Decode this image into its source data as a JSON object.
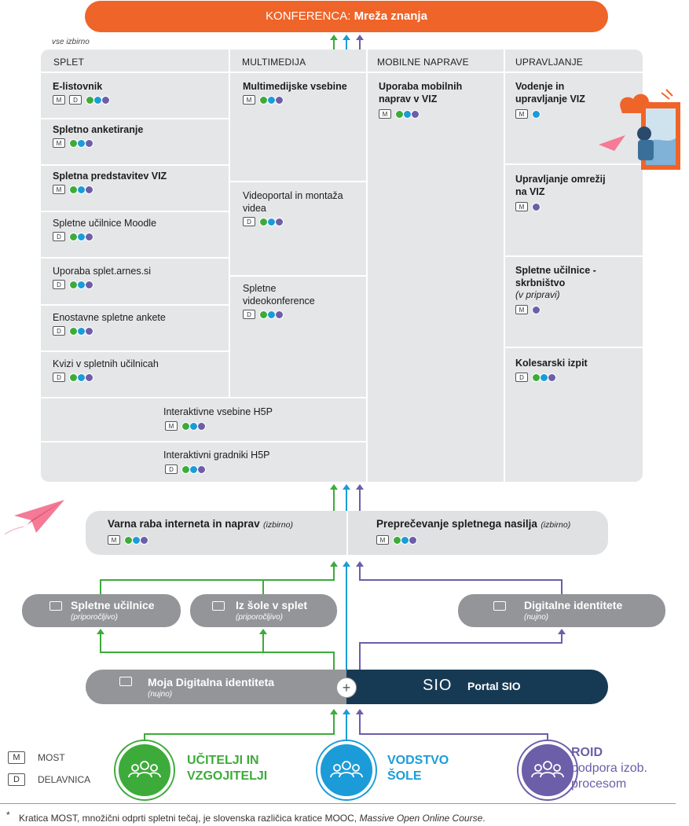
{
  "header": {
    "prefix": "KONFERENCA:",
    "title": "Mreža znanja"
  },
  "note": "vse izbirno",
  "columns": [
    "SPLET",
    "MULTIMEDIJA",
    "MOBILNE NAPRAVE",
    "UPRAVLJANJE"
  ],
  "splet": [
    {
      "title": "E-listovnik",
      "bold": true
    },
    {
      "title": "Spletno anketiranje",
      "bold": true
    },
    {
      "title": "Spletna predstavitev VIZ",
      "bold": true
    },
    {
      "title": "Spletne učilnice Moodle",
      "bold": false
    },
    {
      "title": "Uporaba splet.arnes.si",
      "bold": false
    },
    {
      "title": "Enostavne spletne ankete",
      "bold": false
    },
    {
      "title": "Kvizi v spletnih učilnicah",
      "bold": false
    }
  ],
  "multimedija": [
    {
      "title": "Multimedijske vsebine",
      "bold": true
    },
    {
      "title": "Videoportal in montaža videa",
      "bold": false
    },
    {
      "title": "Spletne videokonference",
      "bold": false
    }
  ],
  "mobilne": [
    {
      "title": "Uporaba mobilnih naprav v VIZ",
      "bold": true
    }
  ],
  "upravljanje": [
    {
      "title": "Vodenje in upravljanje VIZ",
      "bold": true
    },
    {
      "title": "Upravljanje omrežij na VIZ",
      "bold": true
    },
    {
      "title": "Spletne učilnice - skrbništvo",
      "bold": true,
      "sub": "(v pripravi)"
    },
    {
      "title": "Kolesarski izpit",
      "bold": true
    }
  ],
  "h5p": [
    {
      "title": "Interaktivne vsebine H5P"
    },
    {
      "title": "Interaktivni gradniki H5P"
    }
  ],
  "badges": {
    "m": "M",
    "d": "D"
  },
  "safety": {
    "left": {
      "title": "Varna raba interneta in naprav",
      "sub": "(izbirno)"
    },
    "right": {
      "title": "Preprečevanje spletnega nasilja",
      "sub": "(izbirno)"
    }
  },
  "mid": [
    {
      "title": "Spletne učilnice",
      "sub": "(priporočljivo)"
    },
    {
      "title": "Iz šole v splet",
      "sub": "(priporočljivo)"
    },
    {
      "title": "Digitalne identitete",
      "sub": "(nujno)"
    }
  ],
  "base": {
    "left_title": "Moja Digitalna identiteta",
    "left_sub": "(nujno)",
    "plus": "+",
    "sio_logo": "SIO",
    "right_title": "Portal SIO"
  },
  "audiences": {
    "a1": [
      "UČITELJI IN",
      "VZGOJITELJI"
    ],
    "a2": [
      "VODSTVO",
      "ŠOLE"
    ],
    "a3": [
      "ROID",
      "podpora izob.",
      "procesom"
    ]
  },
  "legend": {
    "most": "MOST",
    "delavnica": "DELAVNICA"
  },
  "footnote": {
    "star": "*",
    "text": "Kratica MOST, množični odprti spletni tečaj, je slovenska različica kratice MOOC,",
    "italic": "Massive Open Online Course",
    "end": "."
  },
  "colors": {
    "orange": "#ef6428",
    "green": "#3dab3a",
    "cyan": "#1b9cd8",
    "purple": "#6c5ea8",
    "navy": "#173a54",
    "gray": "#939598",
    "panel": "#e5e6e7"
  }
}
